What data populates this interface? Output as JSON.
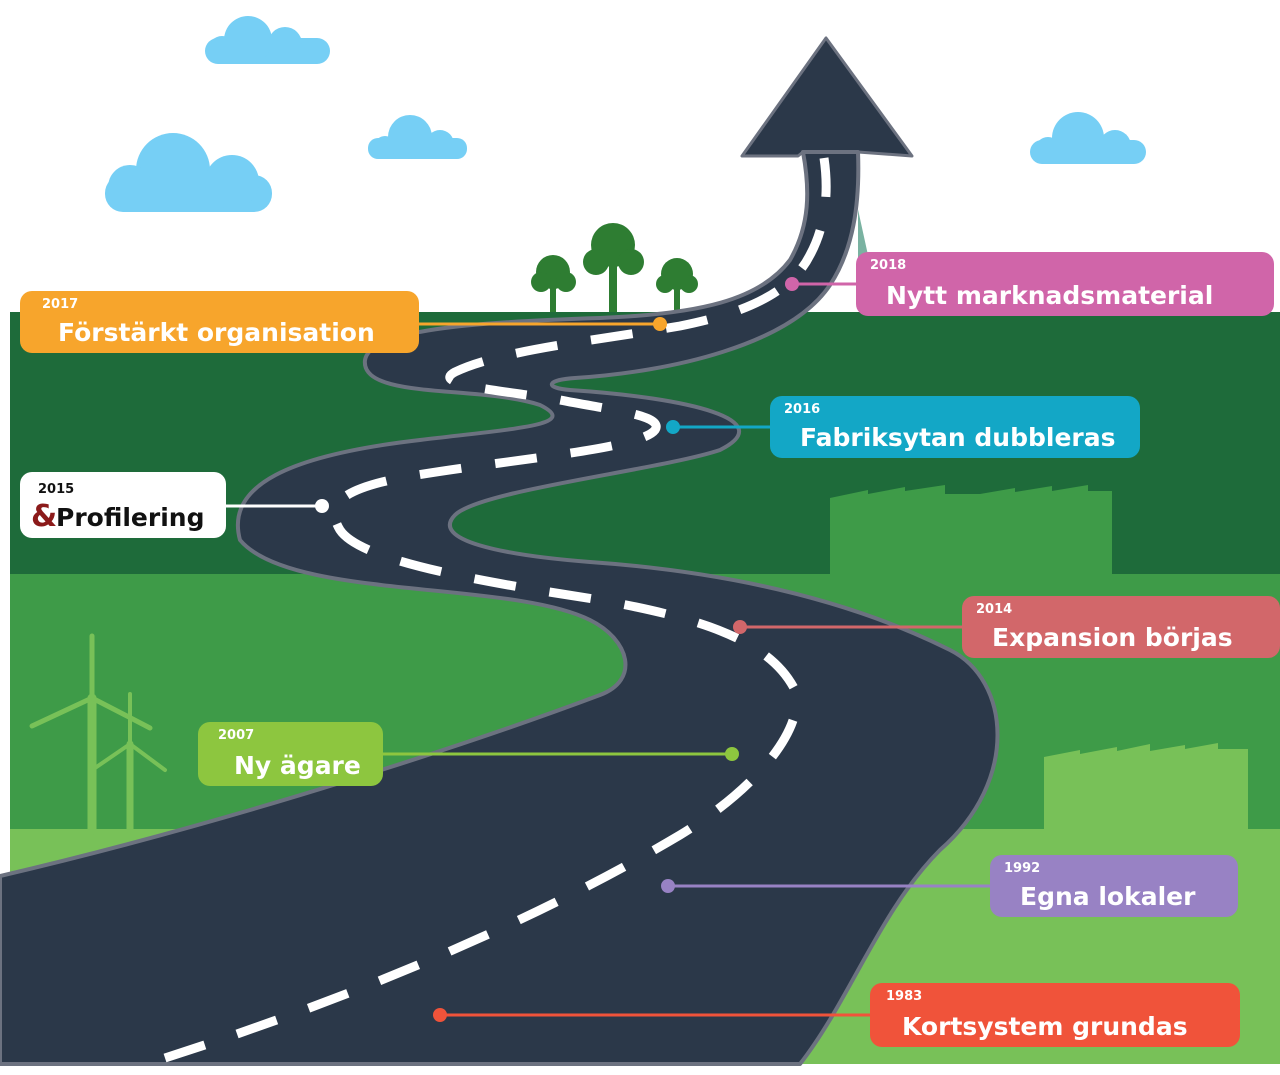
{
  "colors": {
    "sky": "#ffffff",
    "cloud": "#76cff5",
    "field_dark": "#1e6b3a",
    "field_mid": "#3e9b48",
    "field_light": "#78c158",
    "road": "#2b3849",
    "road_edge": "#6c7280",
    "dash": "#ffffff",
    "tree": "#2e7d32"
  },
  "milestones": [
    {
      "id": "1983",
      "year": "1983",
      "title": "Kortsystem grundas",
      "color": "#f0533a"
    },
    {
      "id": "1992",
      "year": "1992",
      "title": "Egna lokaler",
      "color": "#9882c4"
    },
    {
      "id": "2007",
      "year": "2007",
      "title": "Ny ägare",
      "color": "#8dc63f"
    },
    {
      "id": "2014",
      "year": "2014",
      "title": "Expansion börjas",
      "color": "#d2676a"
    },
    {
      "id": "2015",
      "year": "2015",
      "title": "Profilering",
      "prefix": "&",
      "color": "#ffffff"
    },
    {
      "id": "2016",
      "year": "2016",
      "title": "Fabriksytan dubbleras",
      "color": "#13a7c6"
    },
    {
      "id": "2017",
      "year": "2017",
      "title": "Förstärkt organisation",
      "color": "#f7a52c"
    },
    {
      "id": "2018",
      "year": "2018",
      "title": "Nytt marknadsmaterial",
      "color": "#d065a9"
    }
  ]
}
